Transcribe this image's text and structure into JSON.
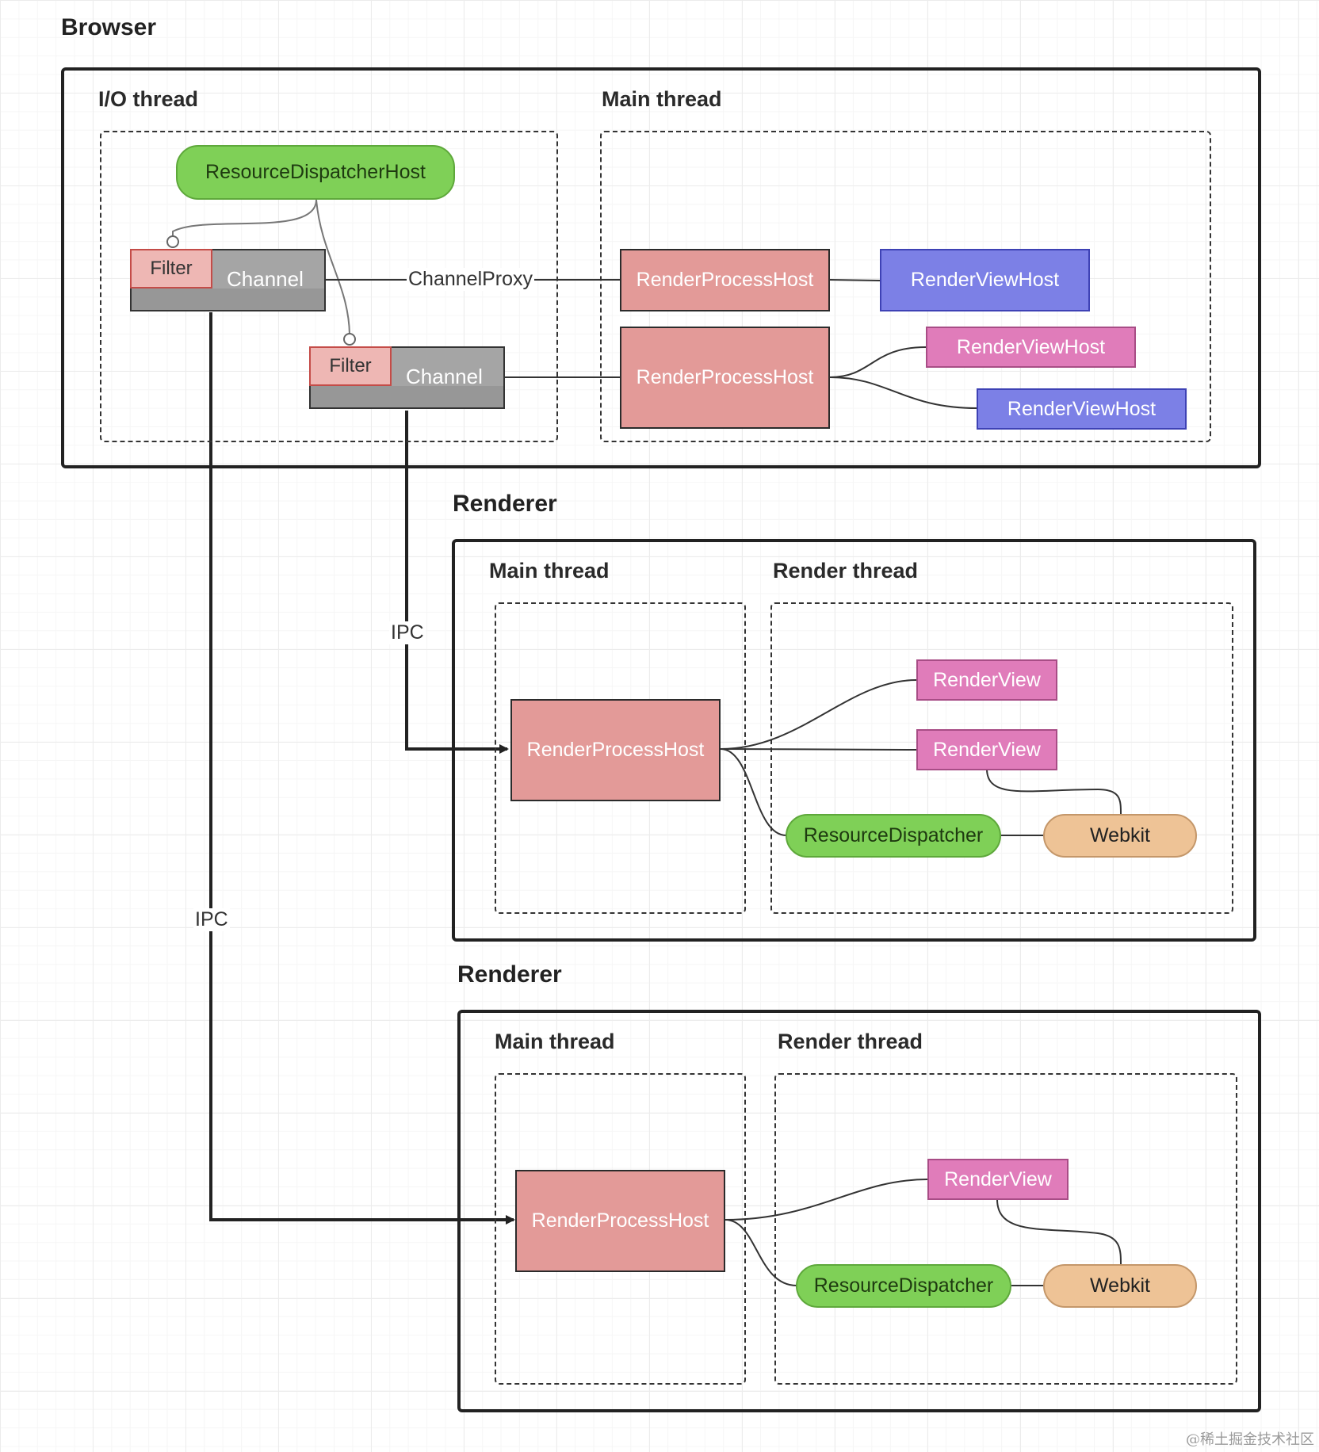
{
  "browser": {
    "title": "Browser",
    "io_thread": {
      "label": "I/O thread",
      "resource_dispatcher_host": "ResourceDispatcherHost",
      "channels": [
        {
          "filter": "Filter",
          "channel": "Channel"
        },
        {
          "filter": "Filter",
          "channel": "Channel"
        }
      ]
    },
    "channel_proxy": "ChannelProxy",
    "main_thread": {
      "label": "Main thread",
      "render_process_hosts": [
        "RenderProcessHost",
        "RenderProcessHost"
      ],
      "render_view_hosts": [
        "RenderViewHost",
        "RenderViewHost",
        "RenderViewHost"
      ]
    }
  },
  "renderers": [
    {
      "title": "Renderer",
      "main_thread": {
        "label": "Main thread",
        "render_process_host": "RenderProcessHost"
      },
      "render_thread": {
        "label": "Render thread",
        "render_views": [
          "RenderView",
          "RenderView"
        ],
        "resource_dispatcher": "ResourceDispatcher",
        "webkit": "Webkit"
      }
    },
    {
      "title": "Renderer",
      "main_thread": {
        "label": "Main thread",
        "render_process_host": "RenderProcessHost"
      },
      "render_thread": {
        "label": "Render thread",
        "render_views": [
          "RenderView"
        ],
        "resource_dispatcher": "ResourceDispatcher",
        "webkit": "Webkit"
      }
    }
  ],
  "ipc_labels": [
    "IPC",
    "IPC"
  ],
  "watermark": "@稀土掘金技术社区",
  "colors": {
    "resource_dispatcher": "#7fd057",
    "render_process_host": "#e39a98",
    "render_view_host_blue": "#7c80e6",
    "render_view_pink": "#e07cba",
    "webkit": "#eec396",
    "channel": "#a5a5a5",
    "filter": "#eeb7b4"
  }
}
